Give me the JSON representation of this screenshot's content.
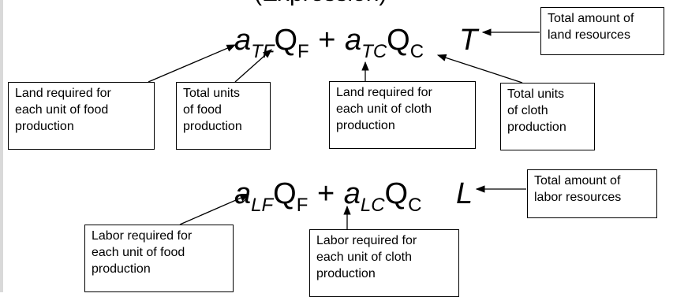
{
  "partial_heading": "(Expression)",
  "land_equation": {
    "parts": [
      {
        "coef": "a",
        "sub": "TF",
        "var": "Q",
        "vsub": "F"
      },
      {
        "coef": "a",
        "sub": "TC",
        "var": "Q",
        "vsub": "C"
      }
    ],
    "plus": "+",
    "resource_symbol": "T"
  },
  "labor_equation": {
    "parts": [
      {
        "coef": "a",
        "sub": "LF",
        "var": "Q",
        "vsub": "F"
      },
      {
        "coef": "a",
        "sub": "LC",
        "var": "Q",
        "vsub": "C"
      }
    ],
    "plus": "+",
    "resource_symbol": "L"
  },
  "boxes": {
    "land_total": [
      "Total amount of",
      "land resources"
    ],
    "land_food": [
      "Land required for",
      "each unit of food",
      "production"
    ],
    "food_units": [
      "Total units",
      "of food",
      "production"
    ],
    "land_cloth": [
      "Land required for",
      "each unit of cloth",
      "production"
    ],
    "cloth_units": [
      "Total units",
      "of cloth",
      "production"
    ],
    "labor_total": [
      "Total amount of",
      "labor resources"
    ],
    "labor_food": [
      "Labor required for",
      "each unit of food",
      "production"
    ],
    "labor_cloth": [
      "Labor required for",
      "each unit of cloth",
      "production"
    ]
  }
}
